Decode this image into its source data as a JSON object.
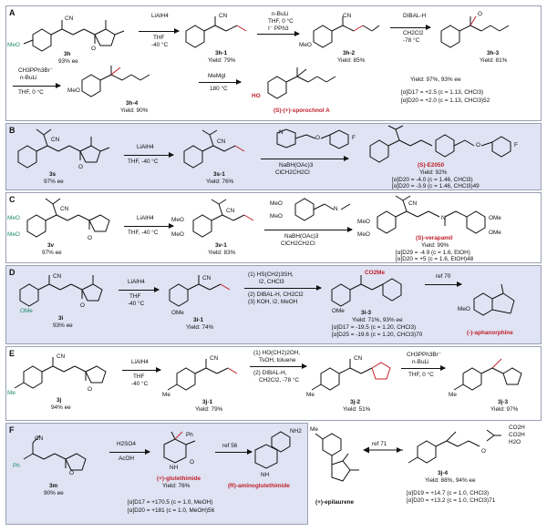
{
  "panels": {
    "A": {
      "label": "A",
      "start": {
        "id": "3h",
        "ee": "93% ee"
      },
      "step1": {
        "reagent": "LiAlH4",
        "cond1": "THF",
        "cond2": "-40 °C"
      },
      "int1": {
        "id": "3h-1",
        "yield": "Yield: 79%"
      },
      "step2": {
        "r1": "n-BuLi",
        "r2": "THF, 0 °C",
        "r3": "I⁻ PPh3"
      },
      "int2": {
        "id": "3h-2",
        "yield": "Yield: 85%"
      },
      "step3": {
        "r1": "DIBAL-H",
        "r2": "CH2Cl2",
        "r3": "-78 °C"
      },
      "int3": {
        "id": "3h-3",
        "yield": "Yield: 81%"
      },
      "step4": {
        "r1": "CH3PPh3Br⁻",
        "r2": "n-BuLi",
        "r3": "THF, 0 °C"
      },
      "int4": {
        "id": "3h-4",
        "yield": "Yield: 90%"
      },
      "step5": {
        "r1": "MeMgI",
        "r2": "180 °C"
      },
      "product": {
        "name": "(S)-(+)-sporochnol A",
        "yield": "Yield: 97%, 93% ee",
        "rot1": "[α]D17 = +2.5 (c = 1.13, CHCl3)",
        "rot2": "[α]D20 = +2.0 (c = 1.13, CHCl3)52"
      },
      "ho_label": "HO"
    },
    "B": {
      "label": "B",
      "start": {
        "id": "3s",
        "ee": "97% ee"
      },
      "step1": {
        "reagent": "LiAlH4",
        "cond": "THF, -40 °C"
      },
      "int1": {
        "id": "3s-1",
        "yield": "Yield: 76%"
      },
      "step2": {
        "r1": "NaBH(OAc)3",
        "r2": "ClCH2CH2Cl"
      },
      "product": {
        "name": "(S)-E2050",
        "yield": "Yield: 92%",
        "rot1": "[α]D20 = -4.0 (c = 1.46, CHCl3)",
        "rot2": "[α]D20 = -3.9 (c = 1.46, CHCl3)49"
      }
    },
    "C": {
      "label": "C",
      "start": {
        "id": "3v",
        "ee": "97% ee"
      },
      "step1": {
        "reagent": "LiAlH4",
        "cond": "THF, -40 °C"
      },
      "int1": {
        "id": "3v-1",
        "yield": "Yield: 83%"
      },
      "step2": {
        "r1": "NaBH(OAc)3",
        "r2": "ClCH2CH2Cl"
      },
      "product": {
        "name": "(S)-verapamil",
        "yield": "Yield: 99%",
        "rot1": "[α]D29 = -4.9 (c = 1.6, EtOH)",
        "rot2": "[α]D20 = +5 (c = 1.6, EtOH)48"
      }
    },
    "D": {
      "label": "D",
      "start": {
        "id": "3i",
        "ee": "93% ee"
      },
      "step1": {
        "reagent": "LiAlH4",
        "cond1": "THF",
        "cond2": "-40 °C"
      },
      "int1": {
        "id": "3i-1",
        "yield": "Yield: 74%"
      },
      "step2": {
        "r1": "(1) HS(CH2)3SH,",
        "r2": "I2, CHCl3",
        "r3": "(2) DIBAL-H, CH2Cl2",
        "r4": "(3) KOH, I2, MeOH"
      },
      "int2": {
        "id": "3i-3",
        "yield": "Yield: 71%, 93% ee",
        "rot1": "[α]D17 = -19.5 (c = 1.20, CHCl3)",
        "rot2": "[α]D25 = -19.6 (c = 1.20, CHCl3)70"
      },
      "co2me": "CO2Me",
      "step3": {
        "r1": "ref 70"
      },
      "product": {
        "name": "(-)-aphanorphine"
      }
    },
    "E": {
      "label": "E",
      "start": {
        "id": "3j",
        "ee": "94% ee"
      },
      "step1": {
        "reagent": "LiAlH4",
        "cond1": "THF",
        "cond2": "-40 °C"
      },
      "int1": {
        "id": "3j-1",
        "yield": "Yield: 79%"
      },
      "step2": {
        "r1": "(1) HO(CH2)2OH,",
        "r2": "TsOH, toluene",
        "r3": "(2) DIBAL-H,",
        "r4": "CH2Cl2, -78 °C"
      },
      "int2": {
        "id": "3j-2",
        "yield": "Yield: 51%"
      },
      "step3": {
        "r1": "CH3PPh3Br⁻",
        "r2": "n-BuLi",
        "r3": "THF, 0 °C"
      },
      "int3": {
        "id": "3j-3",
        "yield": "Yield: 97%"
      }
    },
    "F": {
      "label": "F",
      "start": {
        "id": "3m",
        "ee": "90% ee"
      },
      "step1": {
        "r1": "H2SO4",
        "r2": "AcOH"
      },
      "int1": {
        "name": "(+)-glutethimide",
        "yield": "Yield: 76%",
        "rot1": "[α]D17 = +170.5 (c = 1.0, MeOH)",
        "rot2": "[α]D20 = +181 (c = 1.0, MeOH)56"
      },
      "step2": {
        "r1": "ref 56"
      },
      "product2": {
        "name": "(R)-aminoglutethimide"
      },
      "ph": "Ph",
      "nh2": "NH2",
      "nh": "NH"
    },
    "G": {
      "step1": {
        "r1": "CO2H",
        "r2": "CO2H",
        "r3": "H2O"
      },
      "int4": {
        "id": "3j-4",
        "yield": "Yield: 88%, 94% ee",
        "rot1": "[α]D19 = +14.7 (c = 1.0, CHCl3)",
        "rot2": "[α]D20 = +13.2 (c = 1.0, CHCl3)71"
      },
      "step2": {
        "r1": "ref 71"
      },
      "product": {
        "name": "(+)-epilaurene"
      }
    }
  },
  "common": {
    "cn": "CN",
    "meo": "MeO",
    "me": "Me",
    "ome": "OMe",
    "n": "N",
    "o": "O",
    "f": "F"
  },
  "colors": {
    "tint": "#dfe3f3",
    "red": "#c0202a",
    "teal": "#1e8a6a",
    "border": "#9aa0b4"
  }
}
